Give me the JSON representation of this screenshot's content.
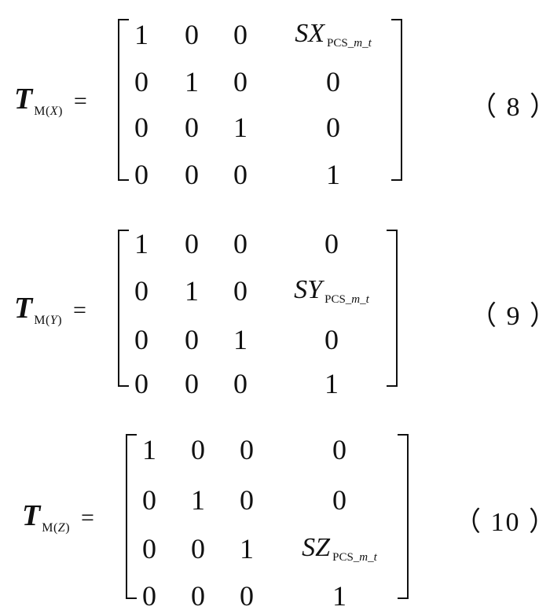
{
  "equations": [
    {
      "number": "（ 8 ）",
      "lhs": {
        "symbol": "T",
        "sub_prefix": "M(",
        "sub_var": "X",
        "sub_suffix": ")",
        "equals": "="
      },
      "matrix": {
        "rows": [
          [
            "1",
            "0",
            "0",
            "SX_PCS_m_t"
          ],
          [
            "0",
            "1",
            "0",
            "0"
          ],
          [
            "0",
            "0",
            "1",
            "0"
          ],
          [
            "0",
            "0",
            "0",
            "1"
          ]
        ],
        "symbol_cell": {
          "var": "SX",
          "sub_a": "PCS_",
          "sub_b": "m",
          "sub_c": "_",
          "sub_d": "t"
        }
      }
    },
    {
      "number": "（ 9 ）",
      "lhs": {
        "symbol": "T",
        "sub_prefix": "M(",
        "sub_var": "Y",
        "sub_suffix": ")",
        "equals": "="
      },
      "matrix": {
        "rows": [
          [
            "1",
            "0",
            "0",
            "0"
          ],
          [
            "0",
            "1",
            "0",
            "SY_PCS_m_t"
          ],
          [
            "0",
            "0",
            "1",
            "0"
          ],
          [
            "0",
            "0",
            "0",
            "1"
          ]
        ],
        "symbol_cell": {
          "var": "SY",
          "sub_a": "PCS_",
          "sub_b": "m",
          "sub_c": "_",
          "sub_d": "t"
        }
      }
    },
    {
      "number": "（ 10 ）",
      "lhs": {
        "symbol": "T",
        "sub_prefix": "M(",
        "sub_var": "Z",
        "sub_suffix": ")",
        "equals": "="
      },
      "matrix": {
        "rows": [
          [
            "1",
            "0",
            "0",
            "0"
          ],
          [
            "0",
            "1",
            "0",
            "0"
          ],
          [
            "0",
            "0",
            "1",
            "SZ_PCS_m_t"
          ],
          [
            "0",
            "0",
            "0",
            "1"
          ]
        ],
        "symbol_cell": {
          "var": "SZ",
          "sub_a": "PCS_",
          "sub_b": "m",
          "sub_c": "_",
          "sub_d": "t"
        }
      }
    }
  ]
}
